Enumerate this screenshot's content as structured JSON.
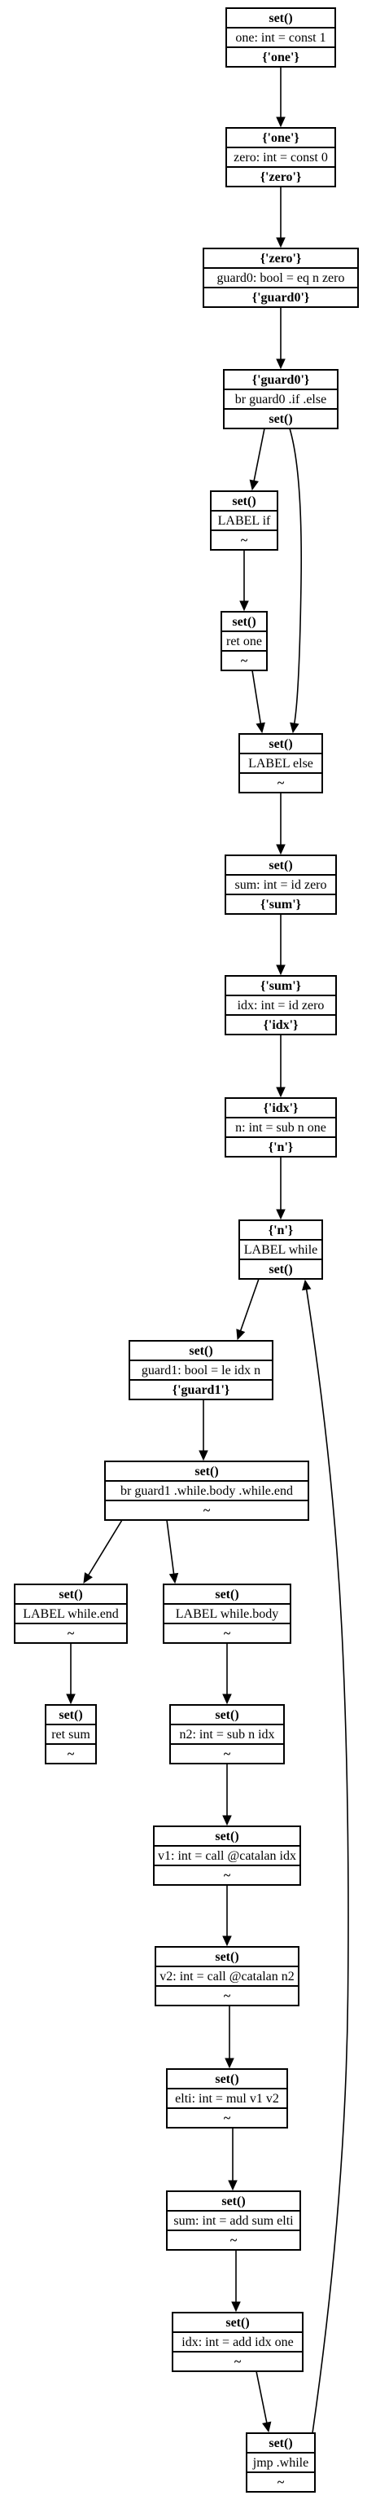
{
  "nodes": [
    {
      "id": "n1",
      "top": "set()",
      "mid": "one: int = const 1",
      "bottom": "{'one'}"
    },
    {
      "id": "n2",
      "top": "{'one'}",
      "mid": "zero: int = const 0",
      "bottom": "{'zero'}"
    },
    {
      "id": "n3",
      "top": "{'zero'}",
      "mid": "guard0: bool = eq n zero",
      "bottom": "{'guard0'}"
    },
    {
      "id": "n4",
      "top": "{'guard0'}",
      "mid": "br guard0 .if .else",
      "bottom": "set()"
    },
    {
      "id": "n5",
      "top": "set()",
      "mid": "LABEL if",
      "bottom": "~"
    },
    {
      "id": "n6",
      "top": "set()",
      "mid": "ret one",
      "bottom": "~"
    },
    {
      "id": "n7",
      "top": "set()",
      "mid": "LABEL else",
      "bottom": "~"
    },
    {
      "id": "n8",
      "top": "set()",
      "mid": "sum: int = id zero",
      "bottom": "{'sum'}"
    },
    {
      "id": "n9",
      "top": "{'sum'}",
      "mid": "idx: int = id zero",
      "bottom": "{'idx'}"
    },
    {
      "id": "n10",
      "top": "{'idx'}",
      "mid": "n: int = sub n one",
      "bottom": "{'n'}"
    },
    {
      "id": "n11",
      "top": "{'n'}",
      "mid": "LABEL while",
      "bottom": "set()"
    },
    {
      "id": "n12",
      "top": "set()",
      "mid": "guard1: bool = le idx n",
      "bottom": "{'guard1'}"
    },
    {
      "id": "n13",
      "top": "set()",
      "mid": "br guard1 .while.body .while.end",
      "bottom": "~"
    },
    {
      "id": "n14",
      "top": "set()",
      "mid": "LABEL while.end",
      "bottom": "~"
    },
    {
      "id": "n15",
      "top": "set()",
      "mid": "ret sum",
      "bottom": "~"
    },
    {
      "id": "n16",
      "top": "set()",
      "mid": "LABEL while.body",
      "bottom": "~"
    },
    {
      "id": "n17",
      "top": "set()",
      "mid": "n2: int = sub n idx",
      "bottom": "~"
    },
    {
      "id": "n18",
      "top": "set()",
      "mid": "v1: int = call @catalan idx",
      "bottom": "~"
    },
    {
      "id": "n19",
      "top": "set()",
      "mid": "v2: int = call @catalan n2",
      "bottom": "~"
    },
    {
      "id": "n20",
      "top": "set()",
      "mid": "elti: int = mul v1 v2",
      "bottom": "~"
    },
    {
      "id": "n21",
      "top": "set()",
      "mid": "sum: int = add sum elti",
      "bottom": "~"
    },
    {
      "id": "n22",
      "top": "set()",
      "mid": "idx: int = add idx one",
      "bottom": "~"
    },
    {
      "id": "n23",
      "top": "set()",
      "mid": "jmp .while",
      "bottom": "~"
    }
  ],
  "edges": [
    {
      "from": "n1",
      "to": "n2"
    },
    {
      "from": "n2",
      "to": "n3"
    },
    {
      "from": "n3",
      "to": "n4"
    },
    {
      "from": "n4",
      "to": "n5"
    },
    {
      "from": "n4",
      "to": "n7"
    },
    {
      "from": "n5",
      "to": "n6"
    },
    {
      "from": "n6",
      "to": "n7"
    },
    {
      "from": "n7",
      "to": "n8"
    },
    {
      "from": "n8",
      "to": "n9"
    },
    {
      "from": "n9",
      "to": "n10"
    },
    {
      "from": "n10",
      "to": "n11"
    },
    {
      "from": "n11",
      "to": "n12"
    },
    {
      "from": "n12",
      "to": "n13"
    },
    {
      "from": "n13",
      "to": "n14"
    },
    {
      "from": "n13",
      "to": "n16"
    },
    {
      "from": "n14",
      "to": "n15"
    },
    {
      "from": "n16",
      "to": "n17"
    },
    {
      "from": "n17",
      "to": "n18"
    },
    {
      "from": "n18",
      "to": "n19"
    },
    {
      "from": "n19",
      "to": "n20"
    },
    {
      "from": "n20",
      "to": "n21"
    },
    {
      "from": "n21",
      "to": "n22"
    },
    {
      "from": "n22",
      "to": "n23"
    },
    {
      "from": "n23",
      "to": "n11"
    }
  ]
}
